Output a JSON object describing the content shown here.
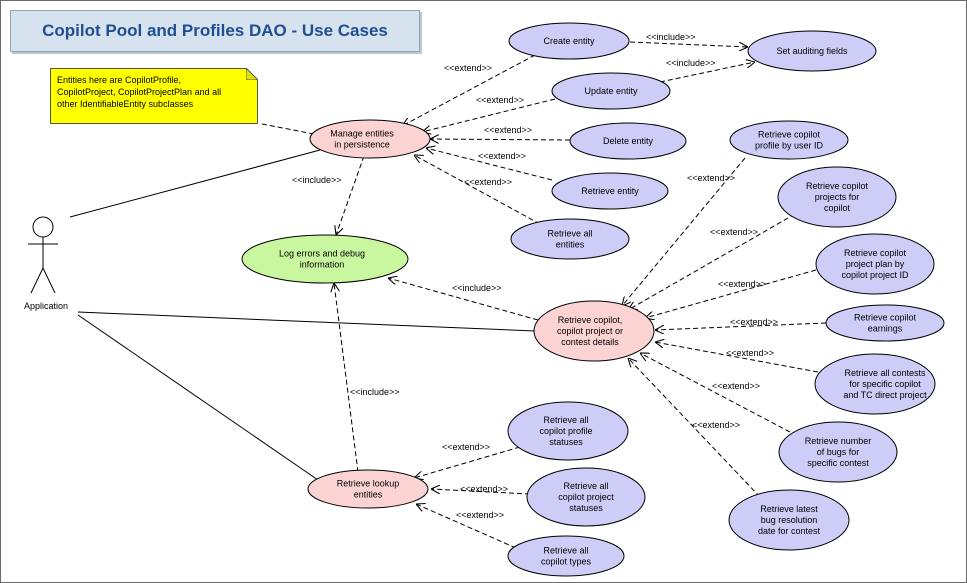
{
  "title": "Copilot Pool and Profiles DAO - Use Cases",
  "note": "Entities here are CopilotProfile,\nCopilotProject, CopilotProjectPlan and all\nother IdentifiableEntity subclasses",
  "actor": {
    "name": "Application"
  },
  "use_cases": {
    "create_entity": "Create entity",
    "set_auditing_fields": "Set auditing fields",
    "update_entity": "Update entity",
    "manage_entities": "Manage entities\nin persistence",
    "delete_entity": "Delete entity",
    "retrieve_entity": "Retrieve entity",
    "retrieve_all_entities": "Retrieve all\nentities",
    "log_errors": "Log errors and debug\ninformation",
    "retrieve_copilot_profile_by_user": "Retrieve copilot\nprofile by user ID",
    "retrieve_copilot_projects": "Retrieve copilot\nprojects for\ncopilot",
    "retrieve_copilot_project_plan": "Retrieve copilot\nproject plan by\ncopilot project ID",
    "retrieve_copilot_earnings": "Retrieve copilot\nearnings",
    "retrieve_copilot_details": "Retrieve copilot,\ncopilot project or\ncontest details",
    "retrieve_all_contests": "Retrieve all contests\nfor specific copilot\nand TC direct project",
    "retrieve_number_of_bugs": "Retrieve number\nof bugs for\nspecific contest",
    "retrieve_latest_bug_date": "Retrieve latest\nbug resolution\ndate for contest",
    "retrieve_lookup_entities": "Retrieve lookup\nentities",
    "retrieve_profile_statuses": "Retrieve all\ncopilot profile\nstatuses",
    "retrieve_project_statuses": "Retrieve all\ncopilot project\nstatuses",
    "retrieve_copilot_types": "Retrieve all\ncopilot types"
  },
  "relations": {
    "include": "<<include>>",
    "extend": "<<extend>>"
  },
  "colors": {
    "use_case_blue": "#cdcdf7",
    "use_case_pink": "#fcd3d3",
    "use_case_green": "#c8f7a0",
    "note_yellow": "#ffff00",
    "title_text": "#1f4e92",
    "title_background": "#d7e2ef"
  }
}
